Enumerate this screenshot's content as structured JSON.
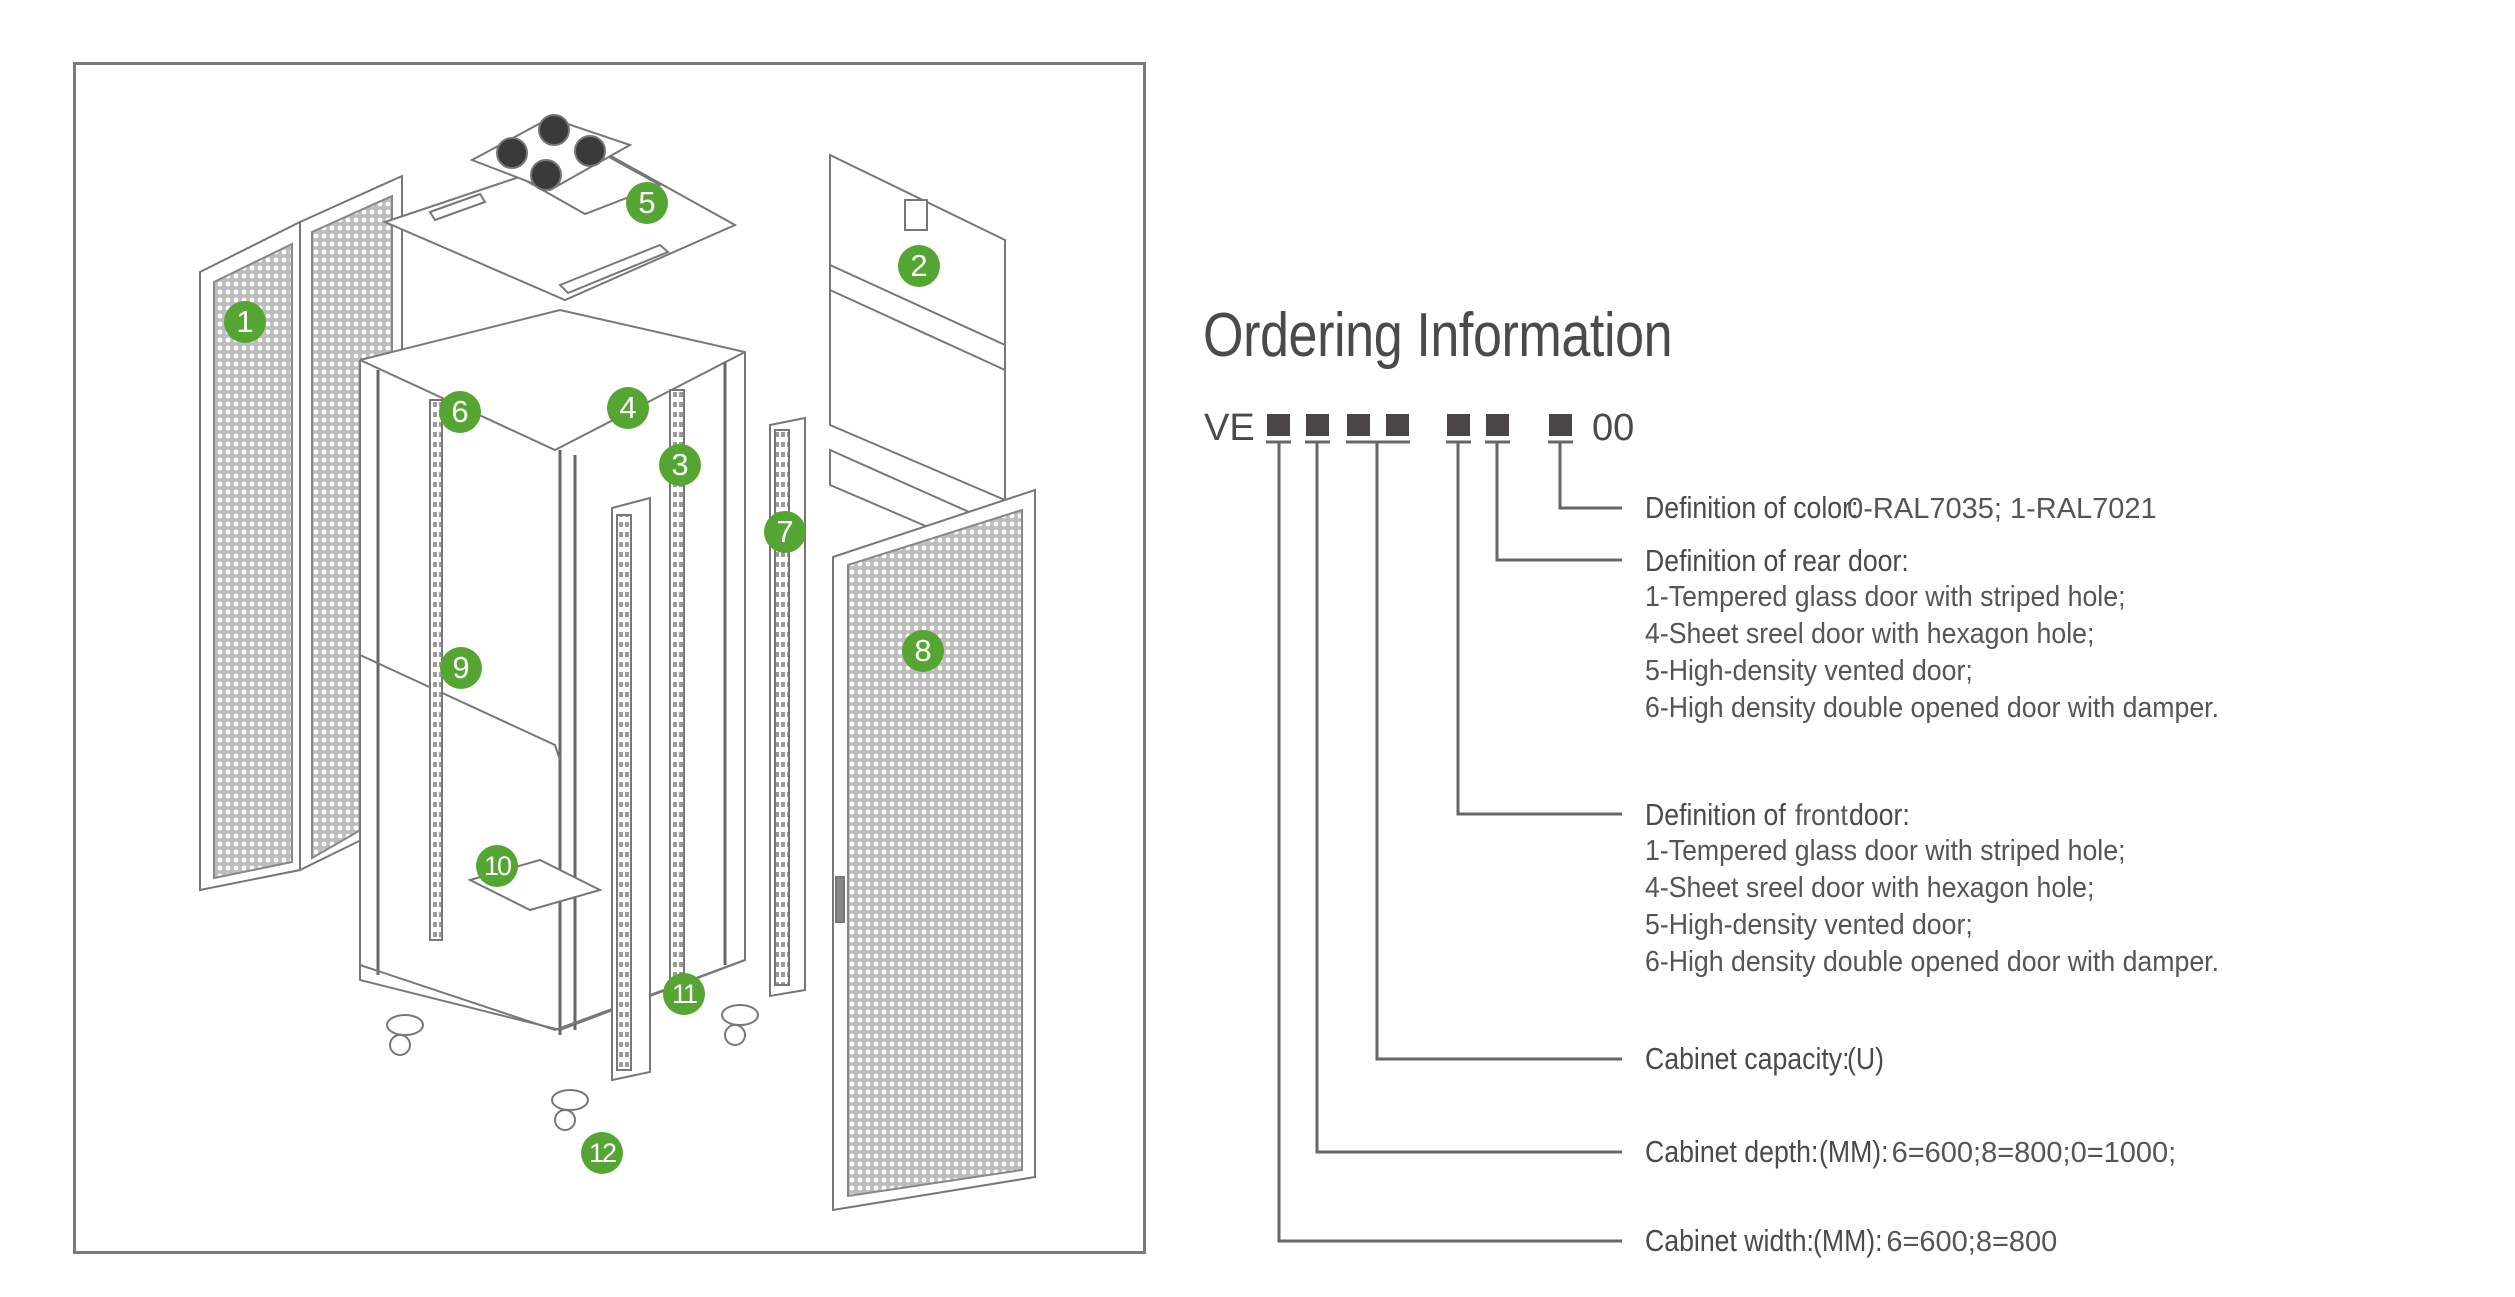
{
  "diagram": {
    "title": "Exploded view of network cabinet",
    "callouts": [
      "1",
      "2",
      "3",
      "4",
      "5",
      "6",
      "7",
      "8",
      "9",
      "10",
      "11",
      "12"
    ],
    "accent_color": "#55a532"
  },
  "ordering": {
    "title": "Ordering Information",
    "code_prefix": "VE",
    "code_suffix": "00",
    "slot_count": 7,
    "definitions": {
      "color": {
        "label": "Definition of color:",
        "value": "0-RAL7035; 1-RAL7021"
      },
      "rear_door": {
        "label": "Definition of rear door:",
        "options": [
          "1-Tempered glass door with striped hole;",
          "4-Sheet sreel door with hexagon hole;",
          "5-High-density vented door;",
          "6-High density double opened door with damper."
        ]
      },
      "front_door": {
        "label_a": "Definition of",
        "label_b": "front",
        "label_c": "door:",
        "options": [
          "1-Tempered glass door with striped hole;",
          "4-Sheet sreel door with hexagon hole;",
          "5-High-density vented door;",
          "6-High density double opened door with damper."
        ]
      },
      "capacity": {
        "label": "Cabinet capacity:",
        "value": "(U)"
      },
      "depth": {
        "label": "Cabinet depth:",
        "value_unit": "(MM):",
        "value": "6=600;8=800;0=1000;"
      },
      "width": {
        "label": "Cabinet width:",
        "value_unit": "(MM):",
        "value": "6=600;8=800"
      }
    }
  }
}
